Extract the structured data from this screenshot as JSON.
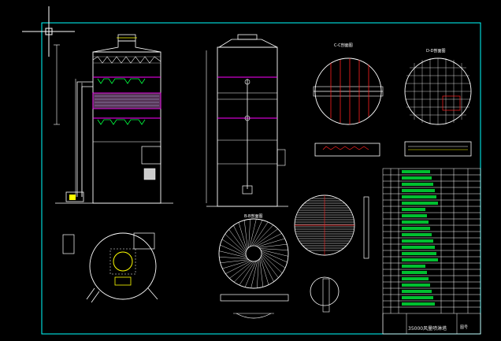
{
  "drawing": {
    "section_cc_title": "C-C剖面图",
    "section_bb_title": "B-B剖面图",
    "section_dd_title": "D-D剖面图",
    "title_block": {
      "drawing_name": "35000风量喷淋塔",
      "sheet": "图号"
    }
  },
  "colors": {
    "background": "#000000",
    "frame": "#00ffff",
    "line_white": "#ffffff",
    "line_green": "#00ff40",
    "line_magenta": "#ff00ff",
    "line_red": "#ff2020",
    "line_yellow": "#ffff00",
    "line_cyan": "#00ffff"
  }
}
